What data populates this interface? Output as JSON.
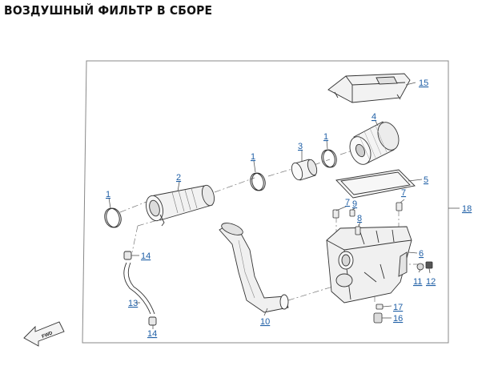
{
  "page": {
    "title": "ВОЗДУШНЫЙ ФИЛЬТР В СБОРЕ"
  },
  "colors": {
    "callout_text": "#1f5fa6",
    "leader": "#555555",
    "frame": "#888888",
    "part_outline": "#333333",
    "part_fill": "#f2f2f2"
  },
  "callouts": {
    "p1a": "1",
    "p1b": "1",
    "p1c": "1",
    "p2": "2",
    "p3": "3",
    "p4": "4",
    "p5": "5",
    "p6": "6",
    "p7a": "7",
    "p7b": "7",
    "p8": "8",
    "p9": "9",
    "p10": "10",
    "p11": "11",
    "p12": "12",
    "p13": "13",
    "p14a": "14",
    "p14b": "14",
    "p15": "15",
    "p16": "16",
    "p17": "17",
    "p18": "18"
  },
  "icons": {
    "direction": "fwd-arrow-icon"
  },
  "fwd_label": "FWD"
}
